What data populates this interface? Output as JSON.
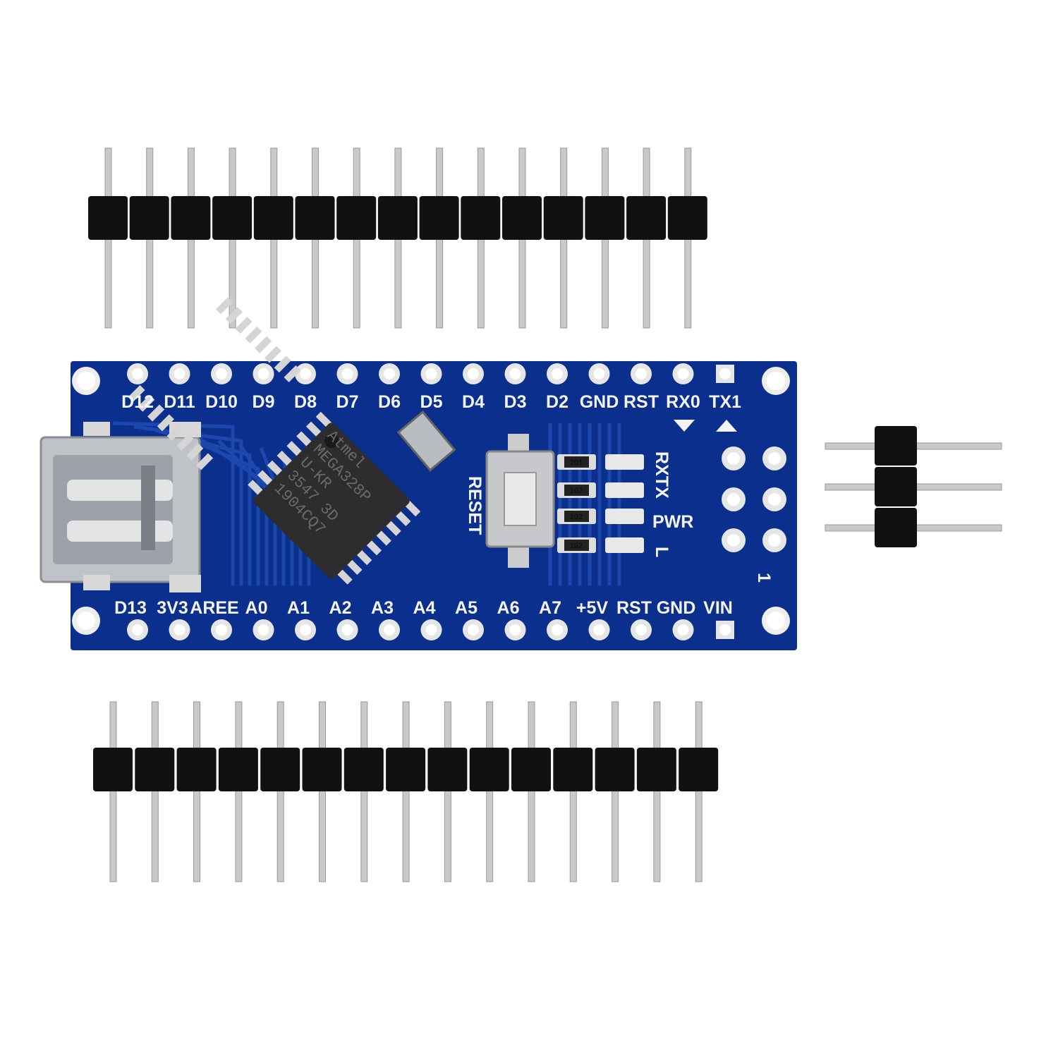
{
  "board": {
    "top_labels": [
      "D12",
      "D11",
      "D10",
      "D9",
      "D8",
      "D7",
      "D6",
      "D5",
      "D4",
      "D3",
      "D2",
      "GND",
      "RST",
      "RX0",
      "TX1"
    ],
    "bottom_labels": [
      "D13",
      "3V3",
      "AREE",
      "A0",
      "A1",
      "A2",
      "A3",
      "A4",
      "A5",
      "A6",
      "A7",
      "+5V",
      "RST",
      "GND",
      "VIN"
    ],
    "led_labels": [
      "RX",
      "TX",
      "PWR",
      "L"
    ],
    "reset_label": "RESET",
    "icsp_pin1_label": "1",
    "chip_lines": [
      "MEGA328P",
      "U-KR",
      "3547 3D",
      "1904CQ7"
    ],
    "chip_logo": "Atmel",
    "resistor_codes": [
      "201",
      "102",
      "102",
      "102"
    ],
    "colors": {
      "pcb": "#0b2f8c",
      "trace": "#1c47ad",
      "silkscreen": "#f2f4fa",
      "header": "#111111",
      "pin": "#c9c9c9"
    }
  },
  "headers": {
    "top_pins": 15,
    "bottom_pins": 15,
    "icsp_pins": 6
  }
}
